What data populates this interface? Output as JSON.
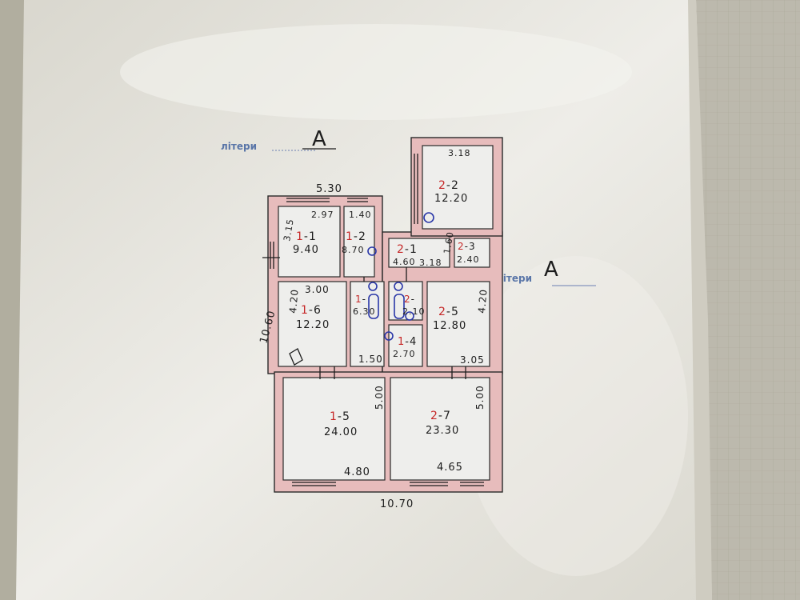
{
  "stamp_label": "літери",
  "section_mark": "А",
  "overall_dims": {
    "top_width": "5.30",
    "left_height": "10.60",
    "bottom_width": "10.70"
  },
  "rooms": [
    {
      "id": "1-1",
      "prefix": "1",
      "suffix": "-1",
      "area": "9.40"
    },
    {
      "id": "1-2",
      "prefix": "1",
      "suffix": "-2",
      "area": "8.70"
    },
    {
      "id": "1-3",
      "prefix": "1",
      "suffix": "-",
      "area": "6.30"
    },
    {
      "id": "1-4",
      "prefix": "1",
      "suffix": "-4",
      "area": "2.70"
    },
    {
      "id": "1-5",
      "prefix": "1",
      "suffix": "-5",
      "area": "24.00"
    },
    {
      "id": "1-6",
      "prefix": "1",
      "suffix": "-6",
      "area": "12.20"
    },
    {
      "id": "2-1",
      "prefix": "2",
      "suffix": "-1",
      "area": "4.60"
    },
    {
      "id": "2-2",
      "prefix": "2",
      "suffix": "-2",
      "area": "12.20"
    },
    {
      "id": "2-3",
      "prefix": "2",
      "suffix": "-3",
      "area": "2.40"
    },
    {
      "id": "2-4",
      "prefix": "2",
      "suffix": "-",
      "area": "2.10"
    },
    {
      "id": "2-5",
      "prefix": "2",
      "suffix": "-5",
      "area": "12.80"
    },
    {
      "id": "2-7",
      "prefix": "2",
      "suffix": "-7",
      "area": "23.30"
    }
  ],
  "dimension_labels": [
    "3.18",
    "2.97",
    "1.40",
    "3.15",
    "3.00",
    "4.20",
    "4.20",
    "1.50",
    "3.05",
    "5.00",
    "5.00",
    "4.80",
    "4.65",
    "1.60",
    "3.18"
  ]
}
